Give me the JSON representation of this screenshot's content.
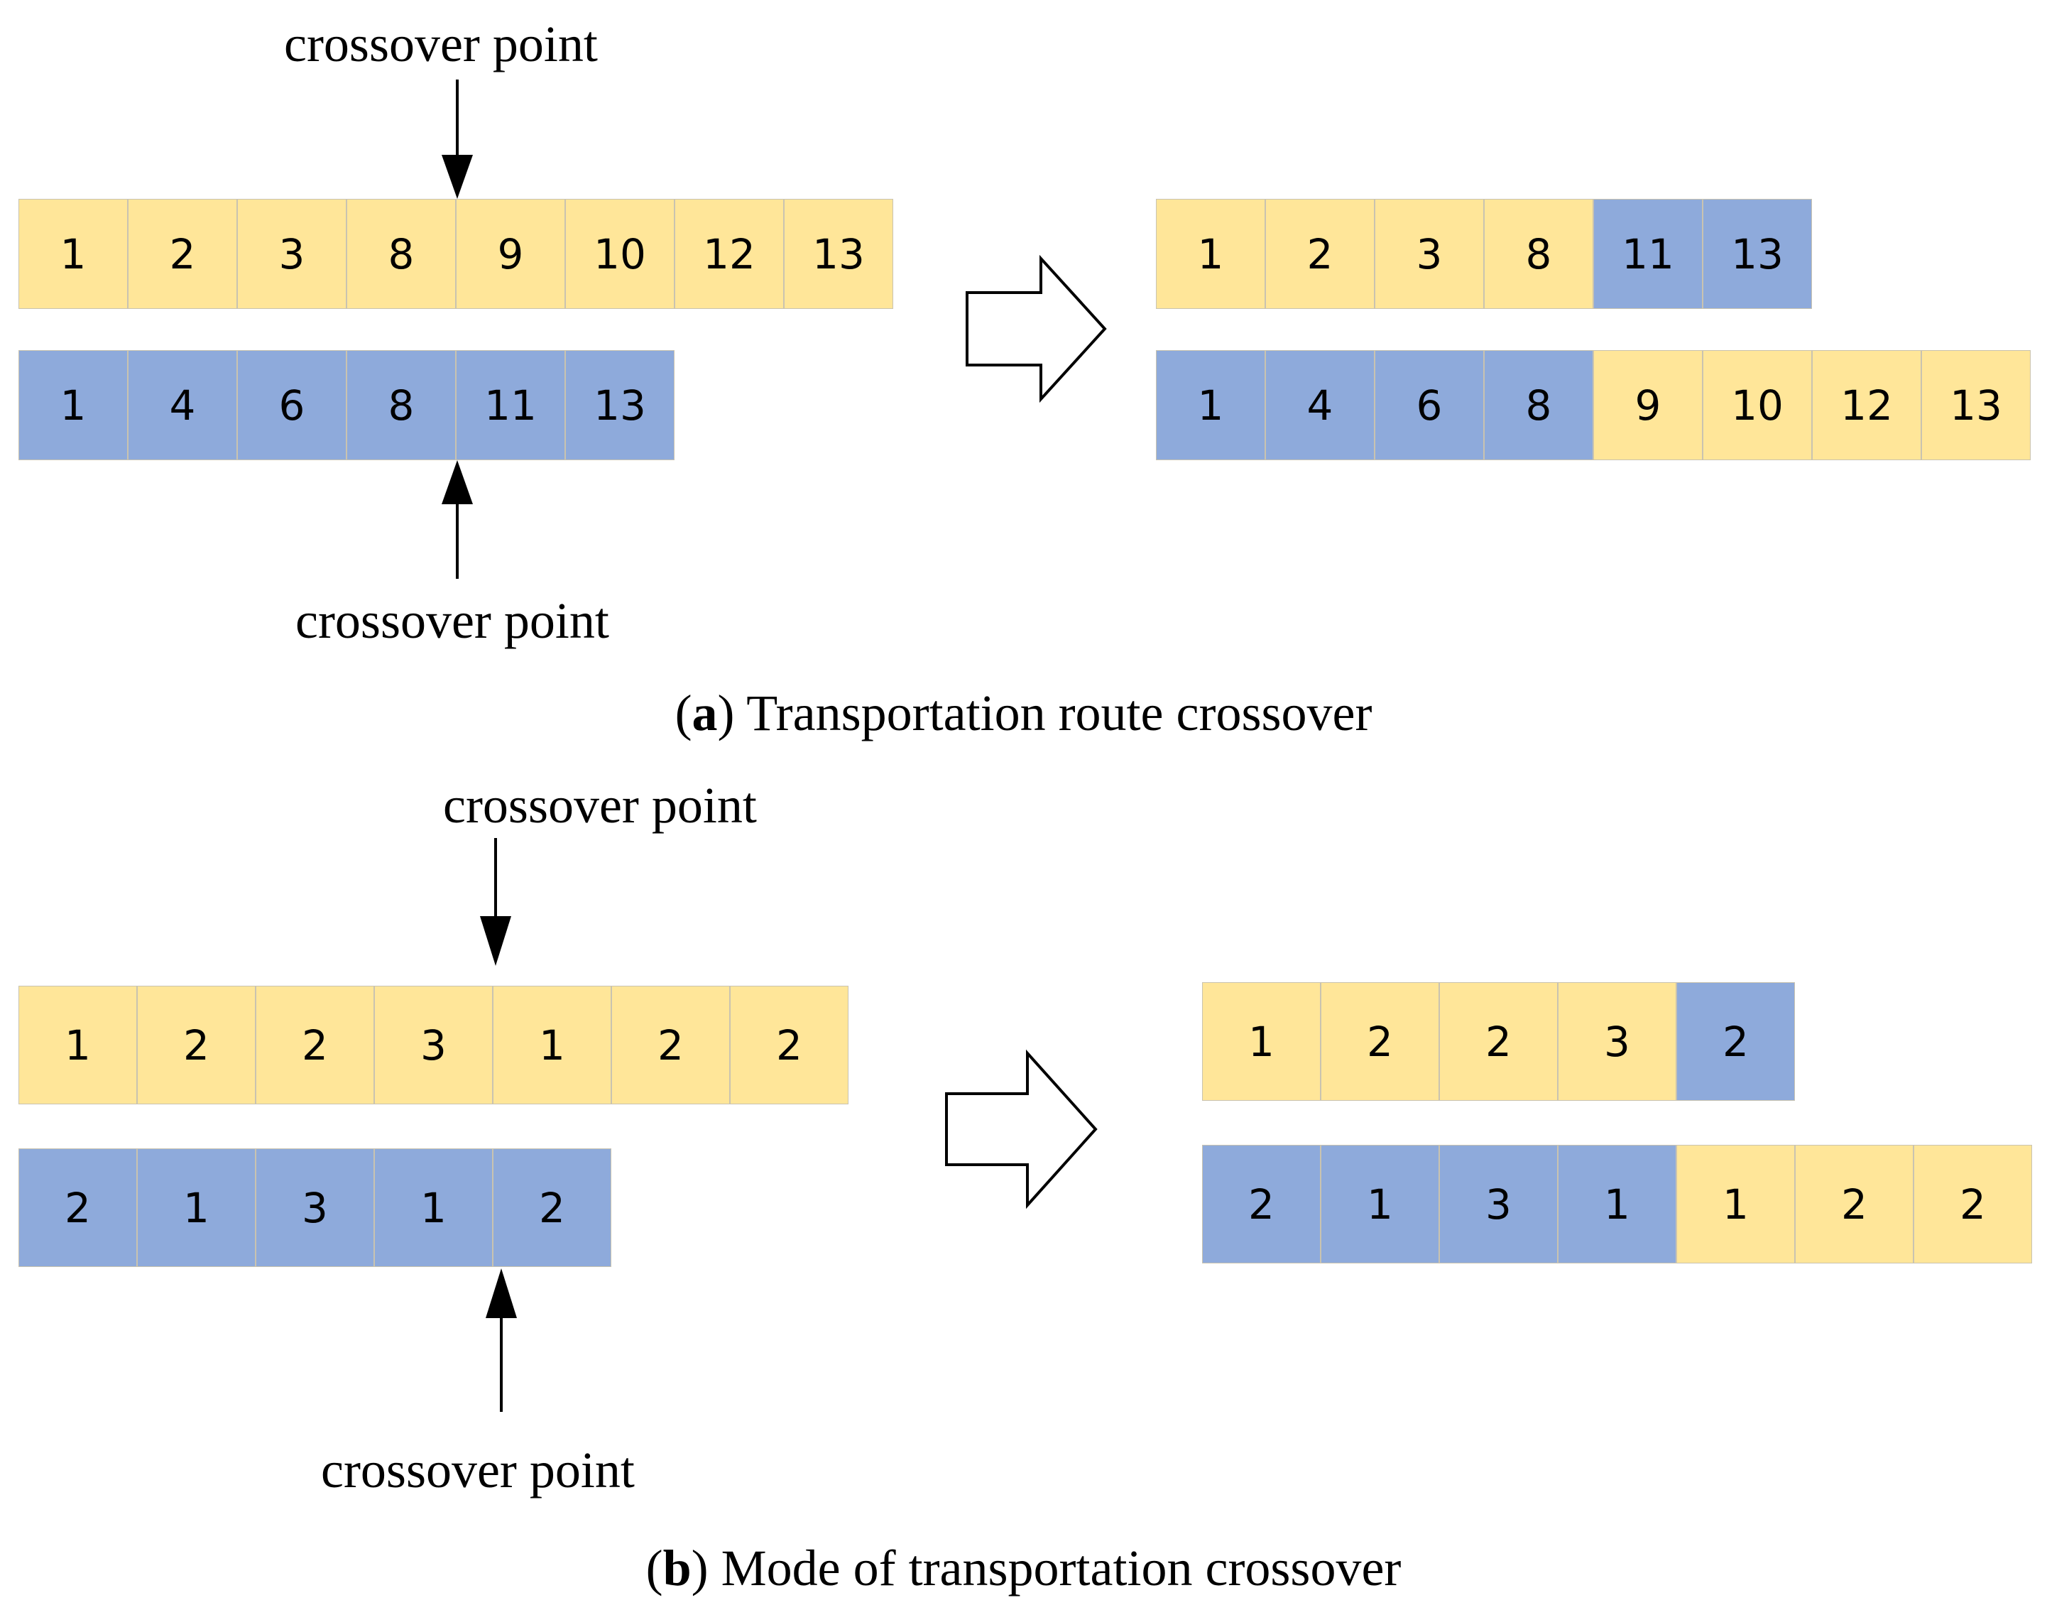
{
  "colors": {
    "parent_a": "#ffe699",
    "parent_b": "#8eaadb"
  },
  "panel_a": {
    "label_top": "crossover point",
    "label_bottom": "crossover point",
    "parent1": [
      "1",
      "2",
      "3",
      "8",
      "9",
      "10",
      "12",
      "13"
    ],
    "parent2": [
      "1",
      "4",
      "6",
      "8",
      "11",
      "13"
    ],
    "child1": [
      {
        "v": "1",
        "c": "yellow"
      },
      {
        "v": "2",
        "c": "yellow"
      },
      {
        "v": "3",
        "c": "yellow"
      },
      {
        "v": "8",
        "c": "yellow"
      },
      {
        "v": "11",
        "c": "blue"
      },
      {
        "v": "13",
        "c": "blue"
      }
    ],
    "child2": [
      {
        "v": "1",
        "c": "blue"
      },
      {
        "v": "4",
        "c": "blue"
      },
      {
        "v": "6",
        "c": "blue"
      },
      {
        "v": "8",
        "c": "blue"
      },
      {
        "v": "9",
        "c": "yellow"
      },
      {
        "v": "10",
        "c": "yellow"
      },
      {
        "v": "12",
        "c": "yellow"
      },
      {
        "v": "13",
        "c": "yellow"
      }
    ],
    "caption_letter": "a",
    "caption_text": " Transportation route crossover"
  },
  "panel_b": {
    "label_top": "crossover point",
    "label_bottom": "crossover point",
    "parent1": [
      "1",
      "2",
      "2",
      "3",
      "1",
      "2",
      "2"
    ],
    "parent2": [
      "2",
      "1",
      "3",
      "1",
      "2"
    ],
    "child1": [
      {
        "v": "1",
        "c": "yellow"
      },
      {
        "v": "2",
        "c": "yellow"
      },
      {
        "v": "2",
        "c": "yellow"
      },
      {
        "v": "3",
        "c": "yellow"
      },
      {
        "v": "2",
        "c": "blue"
      }
    ],
    "child2": [
      {
        "v": "2",
        "c": "blue"
      },
      {
        "v": "1",
        "c": "blue"
      },
      {
        "v": "3",
        "c": "blue"
      },
      {
        "v": "1",
        "c": "blue"
      },
      {
        "v": "1",
        "c": "yellow"
      },
      {
        "v": "2",
        "c": "yellow"
      },
      {
        "v": "2",
        "c": "yellow"
      }
    ],
    "caption_letter": "b",
    "caption_text": " Mode of transportation crossover"
  }
}
